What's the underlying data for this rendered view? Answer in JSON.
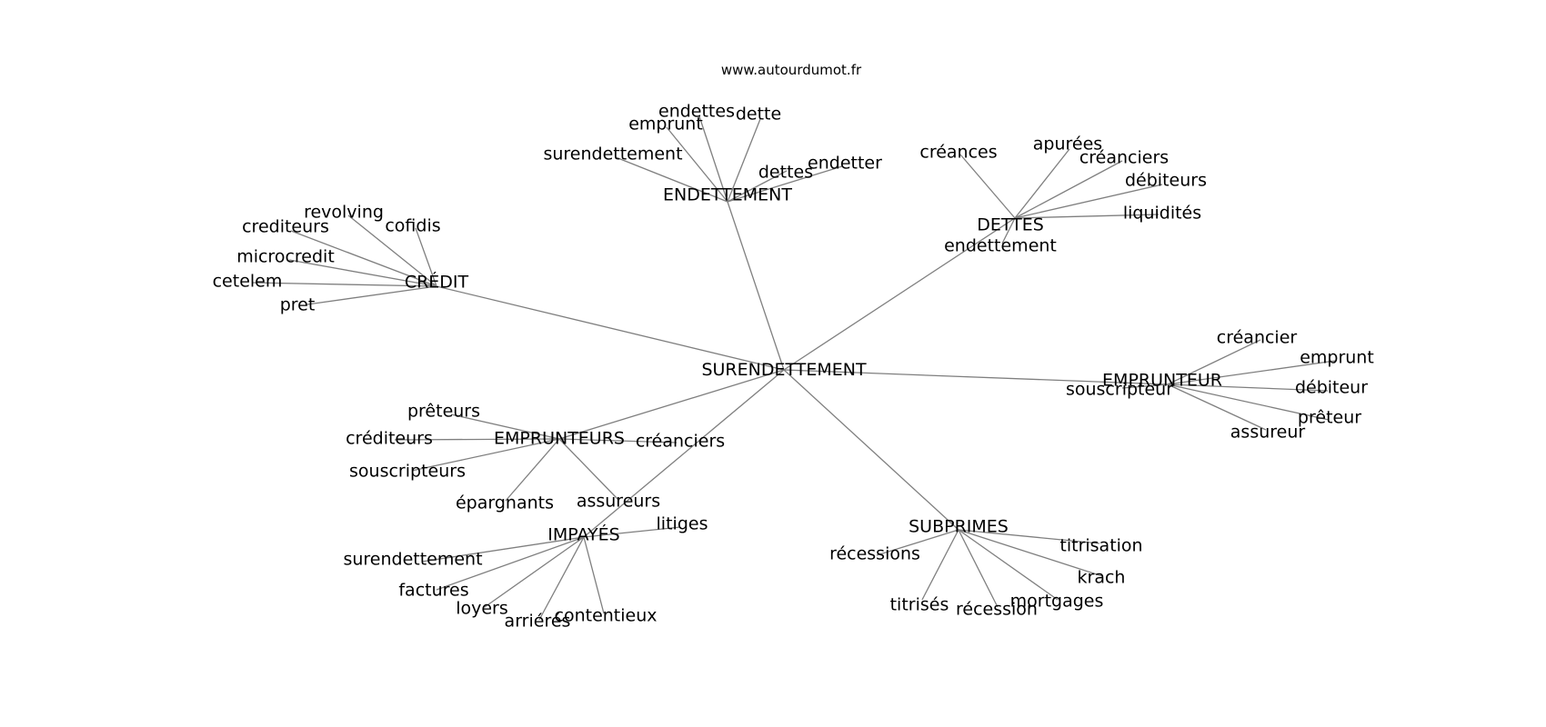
{
  "site": "www.autourdumot.fr",
  "graph": {
    "center": "SURENDETTEMENT",
    "clusters": [
      {
        "label": "ENDETTEMENT",
        "words": [
          "endettes",
          "dette",
          "emprunt",
          "surendettement",
          "dettes",
          "endetter"
        ]
      },
      {
        "label": "DETTES",
        "words": [
          "créances",
          "apurées",
          "créanciers",
          "débiteurs",
          "liquidités",
          "endettement"
        ]
      },
      {
        "label": "CRÉDIT",
        "words": [
          "revolving",
          "cofidis",
          "crediteurs",
          "microcredit",
          "cetelem",
          "pret"
        ]
      },
      {
        "label": "EMPRUNTEUR",
        "words": [
          "créancier",
          "emprunt",
          "débiteur",
          "prêteur",
          "assureur",
          "souscripteur"
        ]
      },
      {
        "label": "EMPRUNTEURS",
        "words": [
          "prêteurs",
          "créditeurs",
          "souscripteurs",
          "épargnants",
          "assureurs",
          "créanciers"
        ]
      },
      {
        "label": "IMPAYÉS",
        "words": [
          "litiges",
          "surendettement",
          "factures",
          "loyers",
          "arriérés",
          "contentieux"
        ]
      },
      {
        "label": "SUBPRIMES",
        "words": [
          "récessions",
          "titrisation",
          "krach",
          "mortgages",
          "récession",
          "titrisés"
        ]
      }
    ]
  }
}
